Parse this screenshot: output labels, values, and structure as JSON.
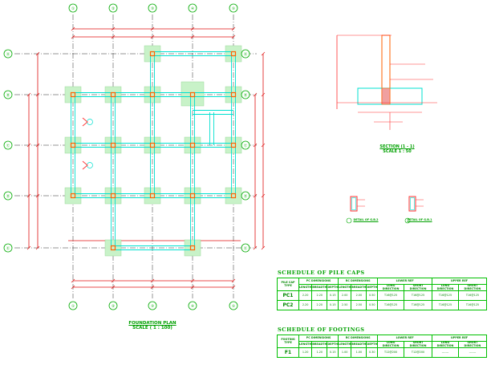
{
  "colors": {
    "grid": "#2a2a2a",
    "bubble": "#00aa00",
    "dimension": "#e01010",
    "beam": "#00e0d0",
    "footing": "#c8f2c8",
    "column": "#ff6000",
    "text": "#00a000",
    "section": "#ff3030",
    "hatch": "#f0a0a0"
  },
  "grid_bubbles": {
    "top": [
      "①",
      "②",
      "③",
      "④",
      "⑤"
    ],
    "bottom": [
      "①",
      "②",
      "③",
      "④",
      "⑤"
    ],
    "left": [
      "Ⓐ",
      "Ⓑ",
      "Ⓒ",
      "Ⓓ",
      "Ⓔ"
    ],
    "right": [
      "Ⓐ",
      "Ⓑ",
      "Ⓒ",
      "Ⓓ",
      "Ⓔ"
    ]
  },
  "foundation_plan": {
    "title": "FOUNDATION PLAN",
    "scale": "SCALE ( 1 : 100)"
  },
  "section": {
    "title": "SECTION (1 - 1)",
    "scale": "SCALE 1 : 50"
  },
  "details": {
    "gb2": "DETAIL OF G.B.2",
    "gb1": "DETAIL OF G.B.1"
  },
  "pile_caps": {
    "title": "SCHEDULE OF PILE CAPS",
    "headers": {
      "type": "PILE CAP TYPE",
      "pc": "PC DIMENSIONS",
      "rc": "RC DIMENSIONS",
      "lower": "LOWER REF",
      "upper": "UPPER REF",
      "sub": [
        "LENGTH",
        "BREADTH",
        "DEPTH",
        "LENGTH",
        "BREADTH",
        "DEPTH",
        "LONG DIRECTION",
        "SHORT DIRECTION",
        "LONG DIRECTION",
        "SHORT DIRECTION"
      ]
    },
    "rows": [
      {
        "type": "PC1",
        "values": [
          "2.20",
          "2.20",
          "0.15",
          "2.00",
          "2.00",
          "0.50",
          "T16@125",
          "T16@125",
          "T16@125",
          "T16@125"
        ]
      },
      {
        "type": "PC2",
        "values": [
          "2.20",
          "2.20",
          "0.15",
          "2.50",
          "2.50",
          "0.50",
          "T16@125",
          "T16@125",
          "T16@125",
          "T16@125"
        ]
      }
    ]
  },
  "footings": {
    "title": "SCHEDULE OF FOOTINGS",
    "headers": {
      "type": "FOOTING TYPE",
      "pc": "PC DIMENSIONS",
      "rc": "RC DIMENSIONS",
      "lower": "LOWER REF",
      "upper": "UPPER REF",
      "sub": [
        "LENGTH",
        "BREADTH",
        "DEPTH",
        "LENGTH",
        "BREADTH",
        "DEPTH",
        "LONG DIRECTION",
        "SHORT DIRECTION",
        "LONG DIRECTION",
        "SHORT DIRECTION"
      ]
    },
    "rows": [
      {
        "type": "F1",
        "values": [
          "1.20",
          "1.20",
          "0.15",
          "1.00",
          "1.00",
          "0.30",
          "T12@200",
          "T12@200",
          "-------",
          "-------"
        ]
      }
    ]
  }
}
